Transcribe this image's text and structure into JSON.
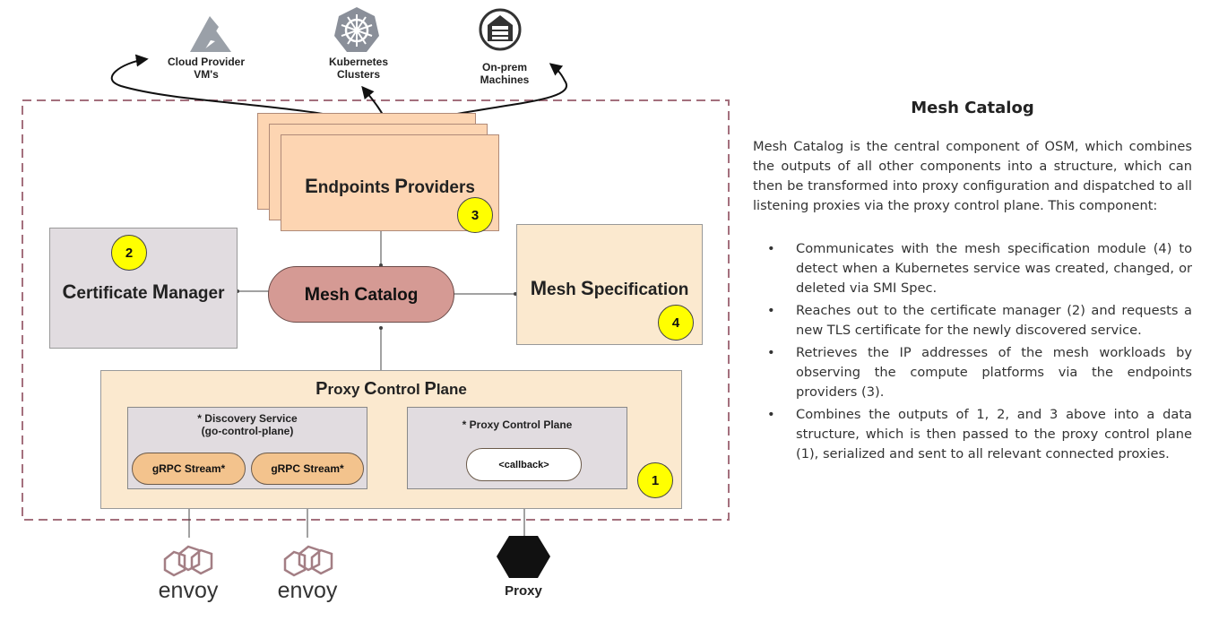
{
  "top_icons": {
    "cloud": {
      "label_line1": "Cloud Provider",
      "label_line2": "VM's",
      "icon": "azure-logo"
    },
    "kubernetes": {
      "label_line1": "Kubernetes",
      "label_line2": "Clusters",
      "icon": "kubernetes-wheel-logo"
    },
    "onprem": {
      "label_line1": "On-prem",
      "label_line2": "Machines",
      "icon": "server-rack-icon"
    }
  },
  "boxes": {
    "endpoints_providers": {
      "title_c1": "E",
      "title_r1": "ndpoints ",
      "title_c2": "P",
      "title_r2": "roviders",
      "badge": "3"
    },
    "certificate_manager": {
      "title_c1": "C",
      "title_r1": "ertificate ",
      "title_c2": "M",
      "title_r2": "anager",
      "badge": "2"
    },
    "mesh_catalog": {
      "title_c1": "M",
      "title_r1": "esh ",
      "title_c2": "C",
      "title_r2": "atalog"
    },
    "mesh_specification": {
      "title_c1": "M",
      "title_r1": "esh ",
      "title_c2": "S",
      "title_r2": "pecification",
      "badge": "4"
    },
    "proxy_control_plane": {
      "title_c1": "P",
      "title_r1": "roxy ",
      "title_c2": "C",
      "title_r2": "ontrol ",
      "title_c3": "P",
      "title_r3": "lane",
      "badge": "1",
      "discovery_service": {
        "line1": "* Discovery Service",
        "line2": "(go-control-plane)",
        "stream1": "gRPC Stream*",
        "stream2": "gRPC Stream*"
      },
      "inner_proxy_control_plane": {
        "title": "* Proxy Control Plane",
        "callback": "<callback>"
      }
    }
  },
  "bottom_icons": {
    "envoy1": {
      "label": "envoy",
      "icon": "envoy-logo"
    },
    "envoy2": {
      "label": "envoy",
      "icon": "envoy-logo"
    },
    "proxy": {
      "label": "Proxy",
      "icon": "hexagon-icon"
    }
  },
  "colors": {
    "peach": "#fdd5b2",
    "light_peach": "#fbe9cf",
    "gray_box": "#e1dce0",
    "mesh_catalog_fill": "#d59a94",
    "badge_yellow": "#ffff00",
    "dashed_border": "#a4707d"
  },
  "panel": {
    "title": "Mesh Catalog",
    "intro": "Mesh Catalog is the central component of OSM, which combines the outputs of all other components into a structure, which can then be transformed into proxy configuration and dispatched to all listening proxies via the proxy control plane. This component:",
    "bullets": [
      "Communicates with the mesh specification module (4) to detect when a Kubernetes service was created, changed, or deleted via SMI Spec.",
      "Reaches out to the certificate manager (2) and requests a new TLS certificate for the newly discovered service.",
      "Retrieves the IP addresses of the mesh workloads by observing the compute platforms via the endpoints providers (3).",
      "Combines the outputs of 1, 2, and 3 above into a data structure, which is then passed to the proxy control plane (1), serialized and sent to all relevant connected proxies."
    ]
  }
}
